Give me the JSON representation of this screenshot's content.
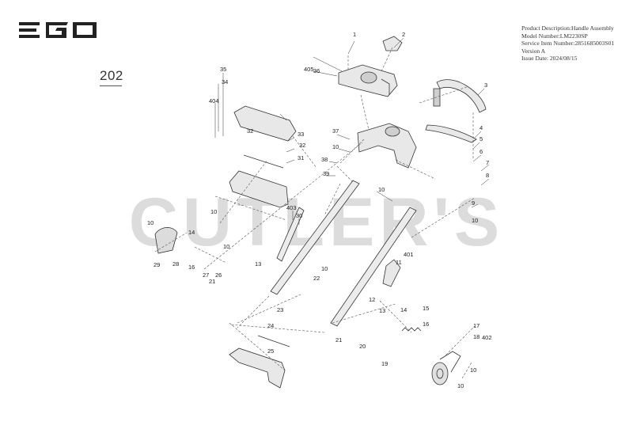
{
  "header": {
    "brand": "EGO",
    "description": "Product Description:Handle Assembly",
    "model": "Model Number:LM2230SP",
    "service_item": "Service Item Number:2851685003S01",
    "version": "Version A",
    "issue_date": "Issue Date: 2024/08/15"
  },
  "page_number": "202",
  "watermark": "CUTLER'S",
  "callouts": [
    "1",
    "2",
    "3",
    "4",
    "5",
    "6",
    "7",
    "8",
    "9",
    "10",
    "10",
    "10",
    "10",
    "10",
    "10",
    "10",
    "10",
    "10",
    "12",
    "13",
    "13",
    "14",
    "14",
    "15",
    "16",
    "16",
    "17",
    "18",
    "19",
    "20",
    "21",
    "21",
    "22",
    "23",
    "24",
    "25",
    "26",
    "27",
    "28",
    "29",
    "30",
    "31",
    "32",
    "32",
    "33",
    "34",
    "35",
    "36",
    "37",
    "38",
    "39",
    "401",
    "402",
    "403",
    "404",
    "405",
    "11"
  ],
  "colors": {
    "line": "#333333",
    "dash": "#555555",
    "watermark": "#d6d6d6",
    "part_fill": "#e8e8e8"
  }
}
